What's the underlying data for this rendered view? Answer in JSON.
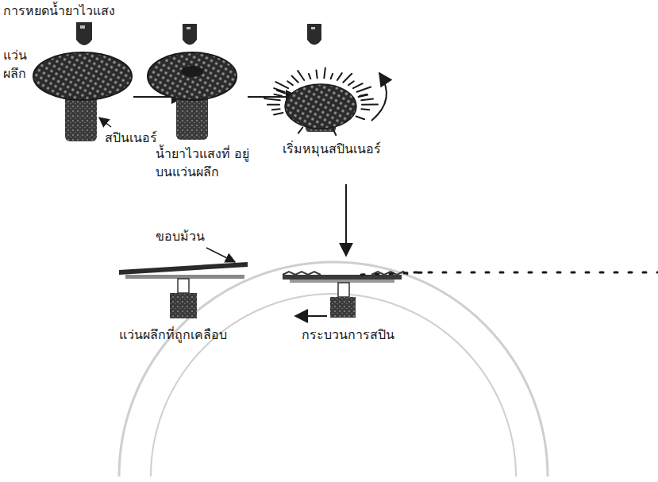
{
  "diagram": {
    "labels": [
      "การหยดน้ำยาไวแสง",
      "แว่น ผลึก",
      "สปินเนอร์",
      "น้ำยาไวแสงที่ อยู่บนแว่นผลึก",
      "เริ่มหมุนสปินเนอร์",
      "ขอบม้วน",
      "แว่นผลึกที่ถูกเคลือบ",
      "กระบวนการสปิน"
    ]
  }
}
